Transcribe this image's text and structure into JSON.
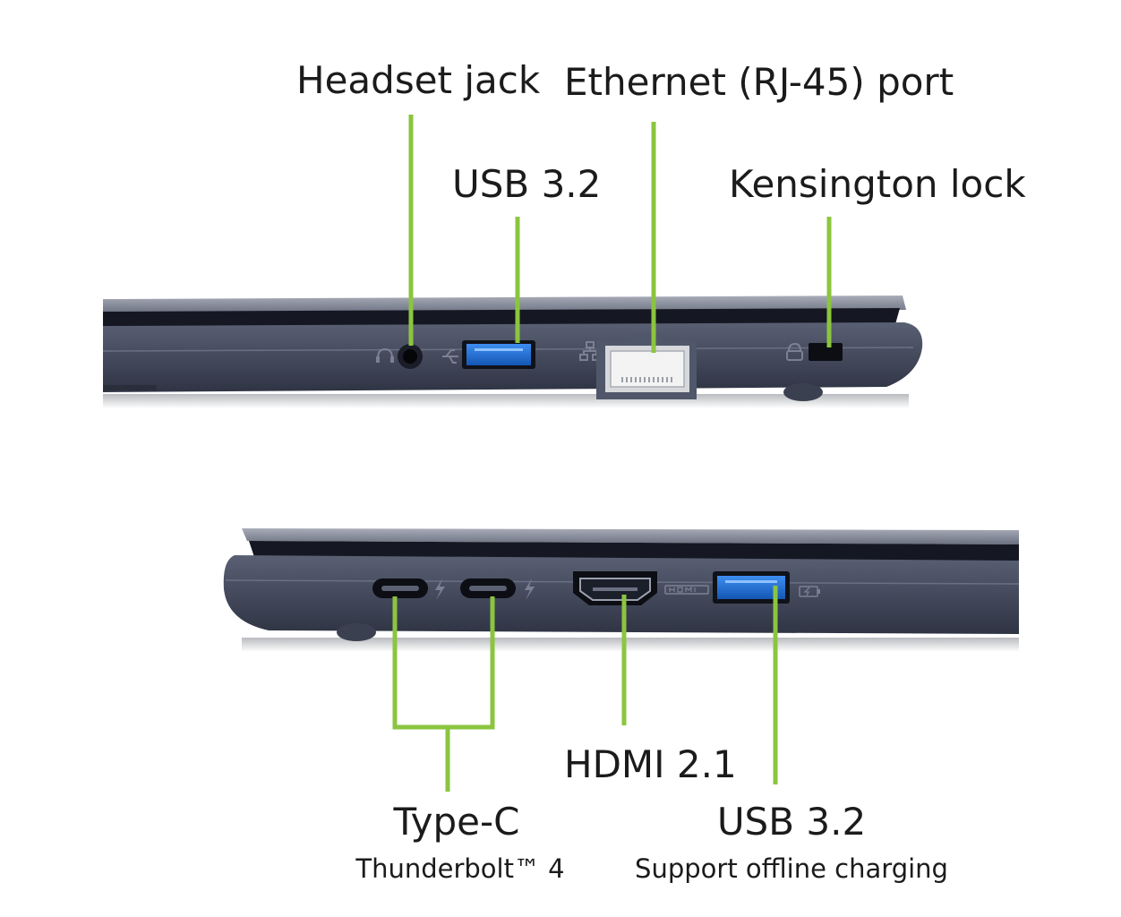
{
  "labels": {
    "headset_jack": "Headset jack",
    "ethernet_port": "Ethernet (RJ-45) port",
    "usb_left": "USB 3.2",
    "kensington_lock": "Kensington lock",
    "type_c": "Type-C",
    "type_c_sub": "Thunderbolt™ 4",
    "hdmi": "HDMI 2.1",
    "usb_right": "USB 3.2",
    "usb_right_sub": "Support offline charging"
  },
  "colors": {
    "callout_green": "#8bc53f",
    "chassis": "#3f4557",
    "usb_blue": "#1e6fd0",
    "text": "#1b1b1b"
  },
  "icons": {
    "headset_port_icon": "headset-icon",
    "usb_port_icon": "usb-icon",
    "ethernet_port_icon": "network-icon",
    "lock_port_icon": "lock-icon",
    "thunderbolt_icon": "thunderbolt-icon",
    "hdmi_logo": "hdmi-icon",
    "charging_icon": "battery-charge-icon"
  }
}
